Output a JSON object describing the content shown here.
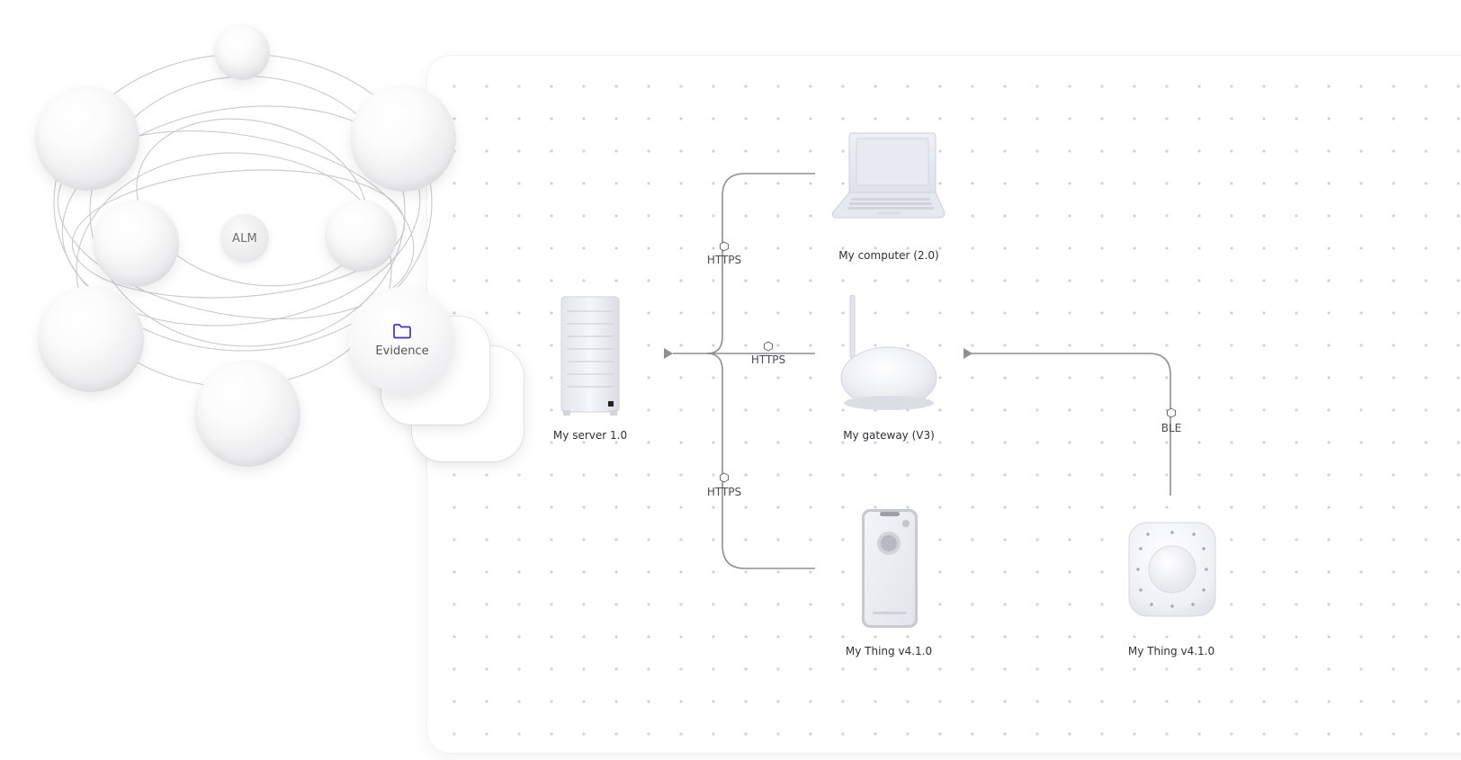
{
  "cluster": {
    "center_label": "ALM",
    "evidence_label": "Evidence",
    "evidence_icon": "folder-icon",
    "accent_color": "#4b2fb8"
  },
  "devices": {
    "server": {
      "label": "My server 1.0",
      "icon": "server-rack-icon"
    },
    "computer": {
      "label": "My computer (2.0)",
      "icon": "laptop-icon"
    },
    "gateway": {
      "label": "My gateway (V3)",
      "icon": "router-icon"
    },
    "phone": {
      "label": "My Thing v4.1.0",
      "icon": "smartphone-icon"
    },
    "remote": {
      "label": "My Thing v4.1.0",
      "icon": "remote-control-icon"
    }
  },
  "connections": {
    "server_computer": {
      "protocol": "HTTPS",
      "icon": "hexagon-icon"
    },
    "server_gateway": {
      "protocol": "HTTPS",
      "icon": "hexagon-icon"
    },
    "server_phone": {
      "protocol": "HTTPS",
      "icon": "hexagon-icon"
    },
    "remote_gateway": {
      "protocol": "BLE",
      "icon": "hexagon-icon"
    }
  },
  "colors": {
    "link_line": "#8e8e93",
    "canvas_dot": "#cfd0d5",
    "device_body": "#ececf2"
  }
}
